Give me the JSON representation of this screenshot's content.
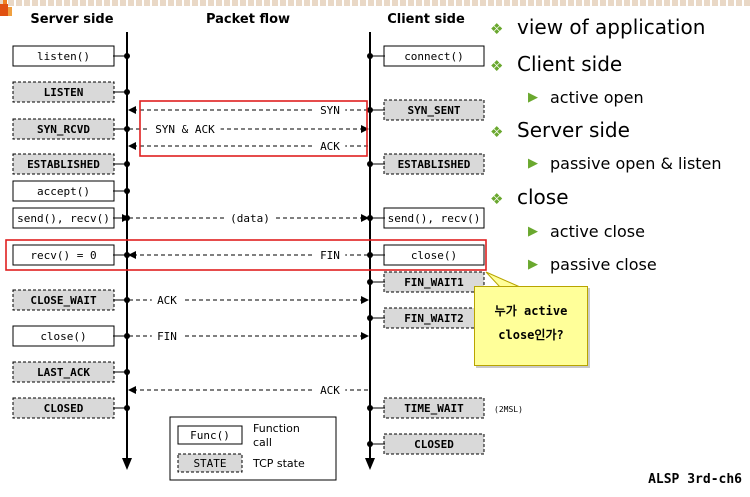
{
  "headers": {
    "server": "Server side",
    "packet": "Packet flow",
    "client": "Client side"
  },
  "server": [
    {
      "key": "listen",
      "label": "listen()",
      "kind": "func"
    },
    {
      "key": "listen_state",
      "label": "LISTEN",
      "kind": "state"
    },
    {
      "key": "syn_rcvd",
      "label": "SYN_RCVD",
      "kind": "state"
    },
    {
      "key": "established",
      "label": "ESTABLISHED",
      "kind": "state"
    },
    {
      "key": "accept",
      "label": "accept()",
      "kind": "func"
    },
    {
      "key": "send_recv",
      "label": "send(), recv()",
      "kind": "func"
    },
    {
      "key": "recv_zero",
      "label": "recv() = 0",
      "kind": "func"
    },
    {
      "key": "close_wait",
      "label": "CLOSE_WAIT",
      "kind": "state"
    },
    {
      "key": "close",
      "label": "close()",
      "kind": "func"
    },
    {
      "key": "last_ack",
      "label": "LAST_ACK",
      "kind": "state"
    },
    {
      "key": "closed",
      "label": "CLOSED",
      "kind": "state"
    }
  ],
  "client": [
    {
      "key": "connect",
      "label": "connect()",
      "kind": "func"
    },
    {
      "key": "syn_sent",
      "label": "SYN_SENT",
      "kind": "state"
    },
    {
      "key": "established",
      "label": "ESTABLISHED",
      "kind": "state"
    },
    {
      "key": "send_recv",
      "label": "send(), recv()",
      "kind": "func"
    },
    {
      "key": "close",
      "label": "close()",
      "kind": "func"
    },
    {
      "key": "fin_wait1",
      "label": "FIN_WAIT1",
      "kind": "state"
    },
    {
      "key": "fin_wait2",
      "label": "FIN_WAIT2",
      "kind": "state"
    },
    {
      "key": "time_wait",
      "label": "TIME_WAIT",
      "kind": "state"
    },
    {
      "key": "closed",
      "label": "CLOSED",
      "kind": "state"
    }
  ],
  "packets": [
    {
      "key": "syn",
      "label": "SYN"
    },
    {
      "key": "syn_ack",
      "label": "SYN & ACK"
    },
    {
      "key": "ack1",
      "label": "ACK"
    },
    {
      "key": "data",
      "label": "(data)"
    },
    {
      "key": "fin1",
      "label": "FIN"
    },
    {
      "key": "ack2",
      "label": "ACK"
    },
    {
      "key": "fin2",
      "label": "FIN"
    },
    {
      "key": "ack3",
      "label": "ACK"
    }
  ],
  "time_wait_note": "(2MSL)",
  "legend": {
    "func_box": "Func()",
    "func_desc_1": "Function",
    "func_desc_2": "call",
    "state_box": "STATE",
    "state_desc": "TCP state"
  },
  "bullets": [
    {
      "key": "view",
      "text": "view of application",
      "level": 1
    },
    {
      "key": "client",
      "text": "Client side",
      "level": 1
    },
    {
      "key": "active_open",
      "text": "active open",
      "level": 2
    },
    {
      "key": "server",
      "text": "Server side",
      "level": 1
    },
    {
      "key": "passive_open",
      "text": "passive open & listen",
      "level": 2
    },
    {
      "key": "close",
      "text": "close",
      "level": 1
    },
    {
      "key": "active_close",
      "text": "active close",
      "level": 2
    },
    {
      "key": "passive_close",
      "text": "passive close",
      "level": 2
    }
  ],
  "note": {
    "line1": "누가 active",
    "line2": "close인가?"
  },
  "footer": "ALSP 3rd-ch6",
  "colors": {
    "highlight": "#e02020",
    "state_fill": "#d9d9d9",
    "note_fill": "#ffff99",
    "bullet_marker": "#6aa82e"
  },
  "bullet_marker_icon": "diamond-flower-icon",
  "sub_bullet_marker_icon": "triangle-right-icon"
}
